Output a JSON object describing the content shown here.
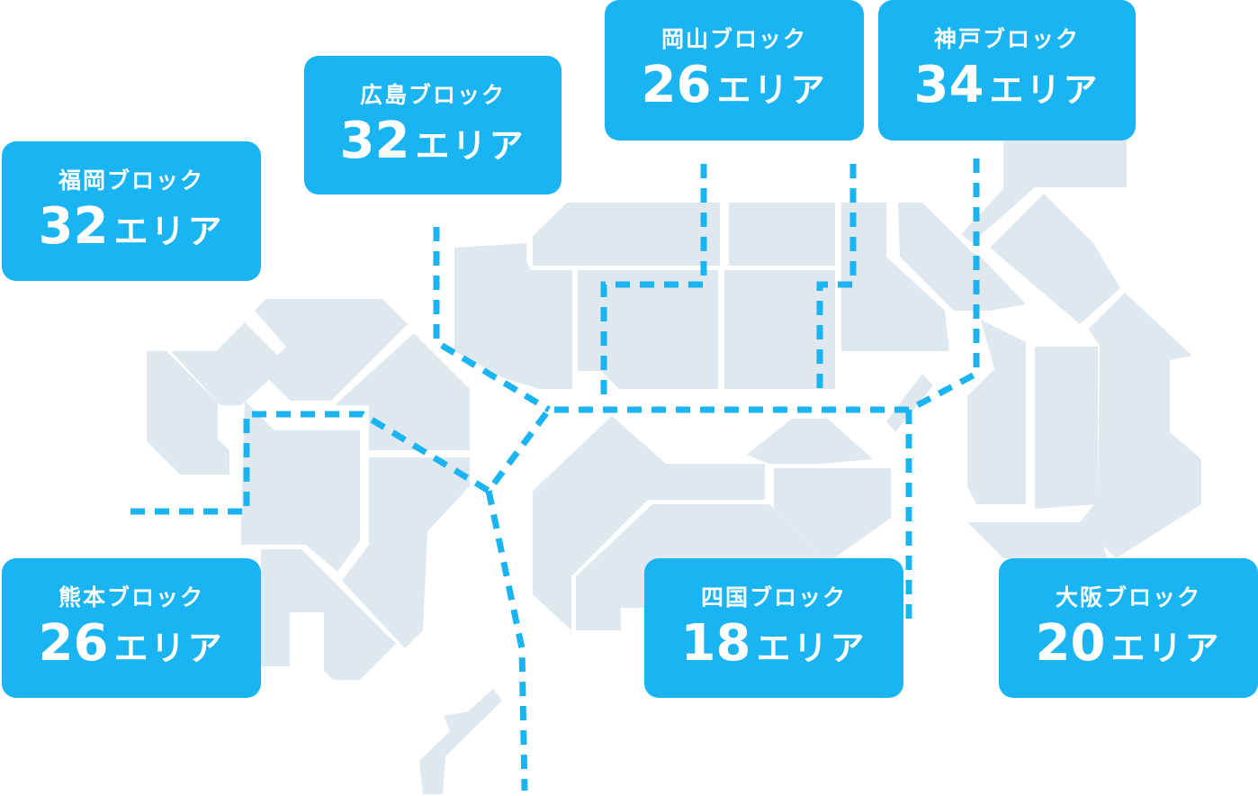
{
  "map": {
    "region": "kinki-chugoku-shikoku-kyushu",
    "fill_color": "#dfe8ee",
    "route_color": "#1bb4f2"
  },
  "blocks": [
    {
      "id": "fukuoka",
      "name": "福岡ブロック",
      "count": "32",
      "unit": "エリア"
    },
    {
      "id": "hiroshima",
      "name": "広島ブロック",
      "count": "32",
      "unit": "エリア"
    },
    {
      "id": "okayama",
      "name": "岡山ブロック",
      "count": "26",
      "unit": "エリア"
    },
    {
      "id": "kobe",
      "name": "神戸ブロック",
      "count": "34",
      "unit": "エリア"
    },
    {
      "id": "kumamoto",
      "name": "熊本ブロック",
      "count": "26",
      "unit": "エリア"
    },
    {
      "id": "shikoku",
      "name": "四国ブロック",
      "count": "18",
      "unit": "エリア"
    },
    {
      "id": "osaka",
      "name": "大阪ブロック",
      "count": "20",
      "unit": "エリア"
    }
  ],
  "colors": {
    "block_bg": "#1bb4f2",
    "block_text": "#ffffff"
  }
}
